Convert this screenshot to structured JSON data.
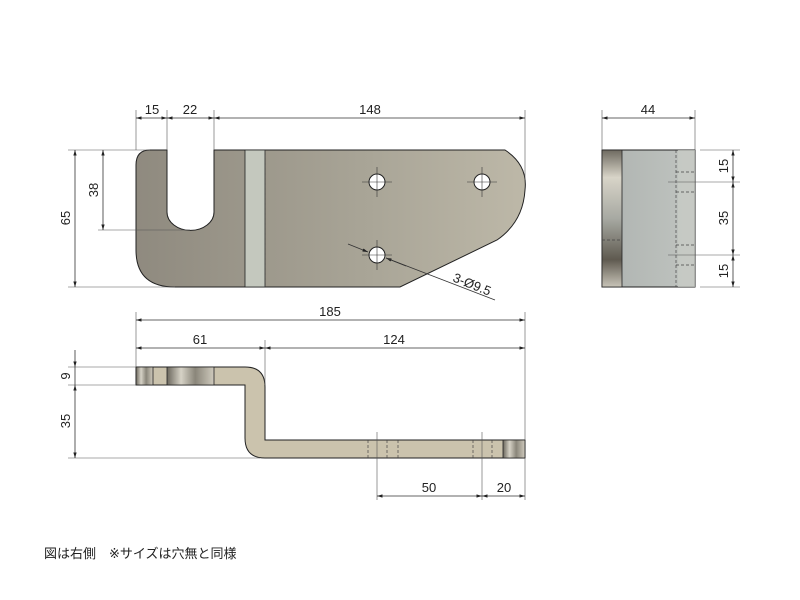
{
  "front_view": {
    "dims": {
      "top_a": "15",
      "top_b": "22",
      "top_c": "148",
      "height": "65",
      "slot_depth": "38"
    },
    "hole_callout": "3-Ø9.5"
  },
  "side_view": {
    "dims": {
      "width": "44",
      "top": "15",
      "middle": "35",
      "bottom": "15"
    }
  },
  "bottom_view": {
    "dims": {
      "overall": "185",
      "left": "61",
      "right": "124",
      "thickness": "9",
      "offset": "35",
      "hole_pitch": "50",
      "edge": "20"
    }
  },
  "caption": "図は右側　※サイズは穴無と同様",
  "colors": {
    "steel": "#a8a396",
    "bend": "#c4c8be",
    "side": "#b4b8b4",
    "profile": "#cbc3ad"
  }
}
